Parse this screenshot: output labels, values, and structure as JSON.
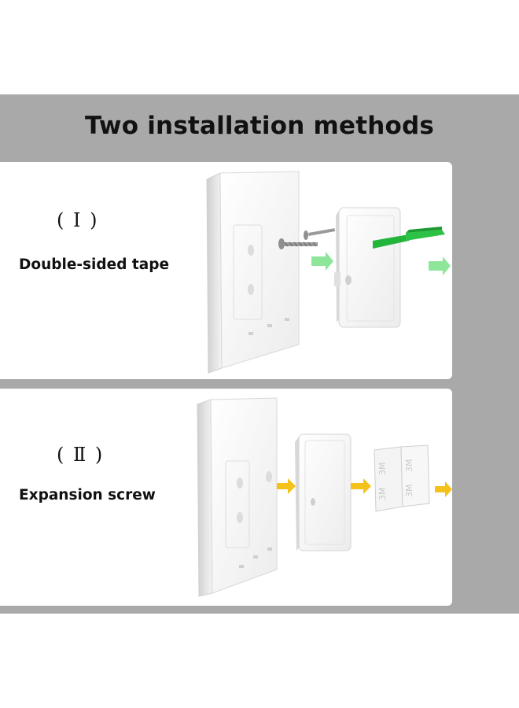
{
  "title": "Two installation methods",
  "methods": [
    {
      "numeral": "( Ⅰ )",
      "label": "Double-sided tape"
    },
    {
      "numeral": "( Ⅱ )",
      "label": "Expansion screw"
    }
  ],
  "tape_print": "3M",
  "colors": {
    "band": "#a9a9a9",
    "panel": "#ffffff",
    "green_arrow": "#8ee69a",
    "green_anchor": "#22b53a",
    "yellow_arrow": "#f5c21b"
  },
  "icons": [
    "wall-switch-icon",
    "mounting-box-icon",
    "screw-icon",
    "wall-anchor-icon",
    "arrow-right-icon",
    "tape-pad-icon"
  ]
}
